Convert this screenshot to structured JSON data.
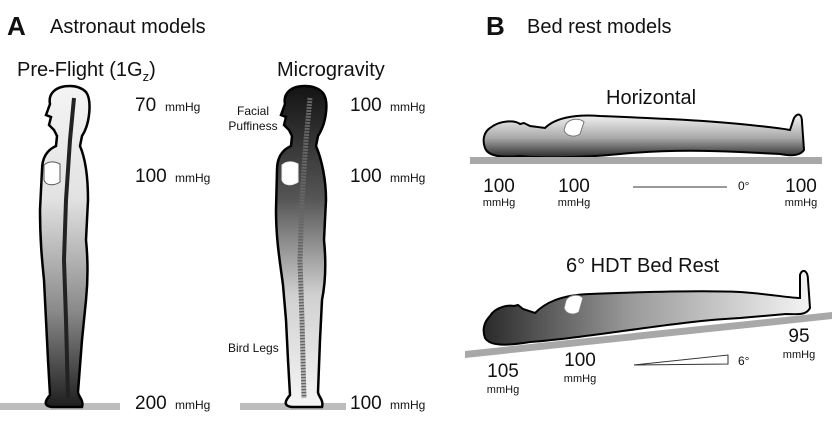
{
  "panel_a": {
    "letter": "A",
    "title": "Astronaut models",
    "preflight": {
      "title_main": "Pre-Flight (1G",
      "title_sub": "z",
      "title_end": ")",
      "pressures": [
        {
          "value": "70",
          "unit": "mmHg"
        },
        {
          "value": "100",
          "unit": "mmHg"
        },
        {
          "value": "200",
          "unit": "mmHg"
        }
      ]
    },
    "microgravity": {
      "title": "Microgravity",
      "annotation_face_1": "Facial",
      "annotation_face_2": "Puffiness",
      "annotation_legs": "Bird Legs",
      "pressures": [
        {
          "value": "100",
          "unit": "mmHg"
        },
        {
          "value": "100",
          "unit": "mmHg"
        },
        {
          "value": "100",
          "unit": "mmHg"
        }
      ]
    }
  },
  "panel_b": {
    "letter": "B",
    "title": "Bed rest models",
    "horizontal": {
      "title": "Horizontal",
      "angle": "0°",
      "pressures": [
        {
          "value": "100",
          "unit": "mmHg"
        },
        {
          "value": "100",
          "unit": "mmHg"
        },
        {
          "value": "100",
          "unit": "mmHg"
        }
      ]
    },
    "hdt": {
      "title": "6° HDT Bed Rest",
      "angle": "6°",
      "pressures": [
        {
          "value": "105",
          "unit": "mmHg"
        },
        {
          "value": "100",
          "unit": "mmHg"
        },
        {
          "value": "95",
          "unit": "mmHg"
        }
      ]
    }
  }
}
